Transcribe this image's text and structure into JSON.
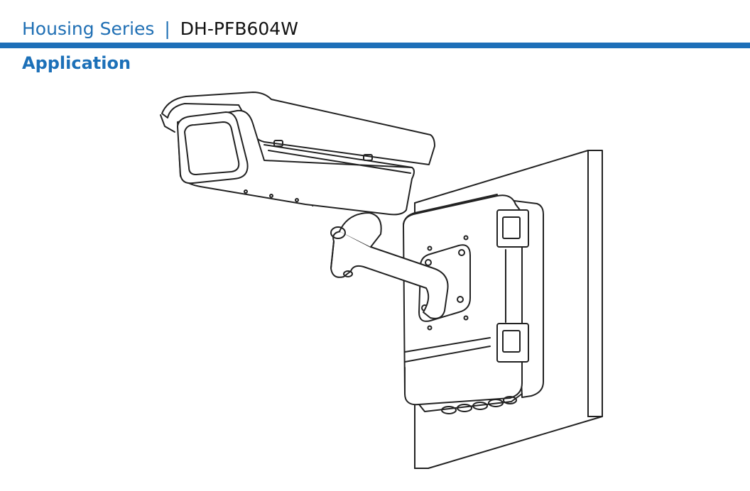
{
  "header": {
    "series": "Housing Series",
    "separator": "|",
    "model": "DH-PFB604W"
  },
  "section": {
    "title": "Application"
  },
  "figure": {
    "subject": "camera-housing-wall-mount-illustration"
  },
  "colors": {
    "accent": "#1d6fb8",
    "line": "#222222"
  }
}
